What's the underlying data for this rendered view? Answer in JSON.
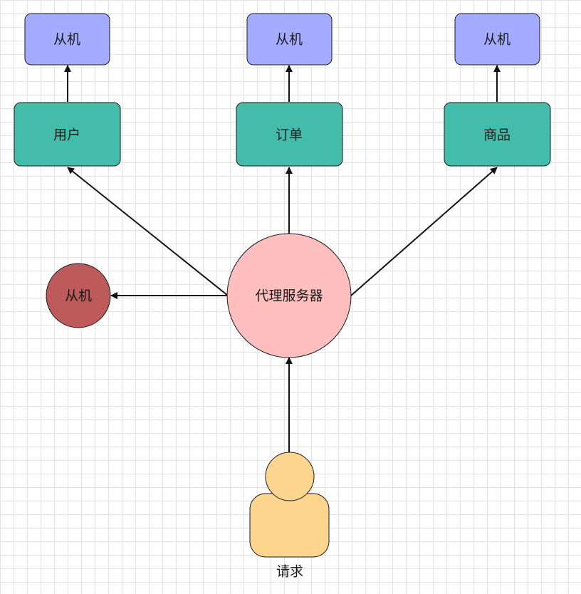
{
  "diagram": {
    "colors": {
      "slave": "#a3acff",
      "service": "#43bcab",
      "proxy": "#ffbfbf",
      "standalone_slave": "#bd5a5a",
      "user": "#ffd690",
      "edge": "#111111"
    },
    "slaves": {
      "user_slave": {
        "label": "从机"
      },
      "order_slave": {
        "label": "从机"
      },
      "goods_slave": {
        "label": "从机"
      }
    },
    "services": {
      "user": {
        "label": "用户"
      },
      "order": {
        "label": "订单"
      },
      "goods": {
        "label": "商品"
      }
    },
    "proxy": {
      "label": "代理服务器"
    },
    "standalone_slave": {
      "label": "从机"
    },
    "requester": {
      "label": "请求",
      "icon": "user-icon"
    }
  }
}
